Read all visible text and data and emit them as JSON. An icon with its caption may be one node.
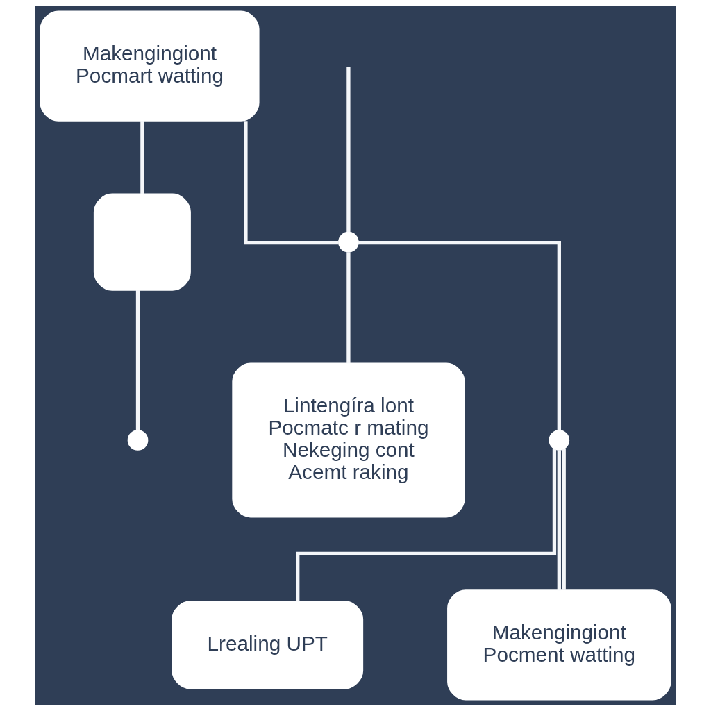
{
  "diagram": {
    "nodes": [
      {
        "text": [
          "Makengingiont",
          "Pocmart watting"
        ]
      },
      {
        "text": [
          "Lintengíra lont",
          "Pocmatc r mating",
          "Nekeging cont",
          "Acemt raking"
        ]
      },
      {
        "text": [
          "Lrealing UPT"
        ]
      },
      {
        "text": [
          "Makengingiont",
          "Pocment watting"
        ]
      },
      {
        "text": [],
        "shape": "box"
      },
      {
        "text": [],
        "shape": "circle"
      },
      {
        "text": [],
        "shape": "circle"
      },
      {
        "text": [],
        "shape": "circle"
      }
    ],
    "edges": [
      {
        "from": 0,
        "to": 4,
        "arrow": "none"
      },
      {
        "from": 4,
        "to": 5,
        "arrow": "none"
      },
      {
        "from": 0,
        "to": 6,
        "arrow": "none"
      },
      {
        "from": 6,
        "to": 1,
        "arrow": "none"
      },
      {
        "from": null,
        "to": 6,
        "arrow": "none"
      },
      {
        "from": 6,
        "to": 7,
        "arrow": "none"
      },
      {
        "from": 7,
        "to": 2,
        "arrow": "none"
      },
      {
        "from": 7,
        "to": 3,
        "arrow": "none"
      },
      {
        "from": 7,
        "to": 3,
        "arrow": "none"
      }
    ]
  }
}
